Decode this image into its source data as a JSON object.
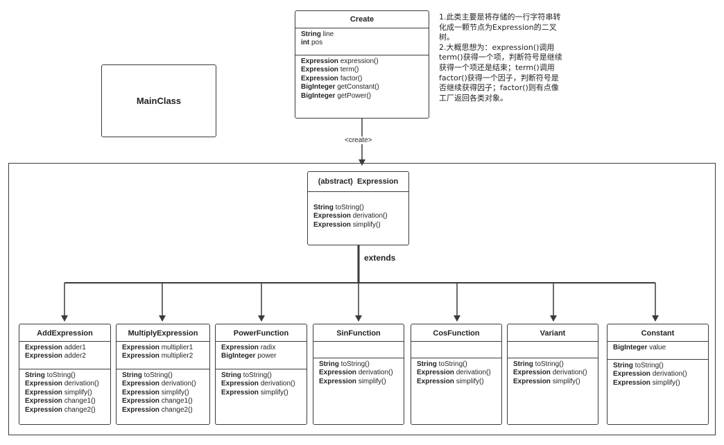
{
  "main_class": {
    "name": "MainClass"
  },
  "create_class": {
    "name": "Create",
    "fields": [
      {
        "type": "String",
        "name": "line"
      },
      {
        "type": "int",
        "name": "pos"
      }
    ],
    "methods": [
      {
        "type": "Expression",
        "name": "expression()"
      },
      {
        "type": "Expression",
        "name": "term()"
      },
      {
        "type": "Expression",
        "name": "factor()"
      },
      {
        "type": "BigInteger",
        "name": "getConstant()"
      },
      {
        "type": "BigInteger",
        "name": "getPower()"
      }
    ]
  },
  "note": {
    "lines": [
      "1.此类主要是将存储的一行字符串转",
      "化成一颗节点为Expression的二叉",
      "树。",
      "2.大概思想为：expression()调用",
      "term()获得一个项，判断符号是继续",
      "获得一个项还是结束；term()调用",
      "factor()获得一个因子，判断符号是",
      "否继续获得因子；factor()则有点像",
      "工厂返回各类对象。"
    ]
  },
  "relation_create": {
    "label": "<create>"
  },
  "relation_extends": {
    "label": "extends"
  },
  "expression_class": {
    "abstract_label": "(abstract)",
    "name": "Expression",
    "methods": [
      {
        "type": "String",
        "name": "toString()"
      },
      {
        "type": "Expression",
        "name": "derivation()"
      },
      {
        "type": "Expression",
        "name": "simplify()"
      }
    ]
  },
  "subclasses": [
    {
      "name": "AddExpression",
      "fields": [
        {
          "type": "Expression",
          "name": "adder1"
        },
        {
          "type": "Expression",
          "name": "adder2"
        }
      ],
      "methods": [
        {
          "type": "String",
          "name": "toString()"
        },
        {
          "type": "Expression",
          "name": "derivation()"
        },
        {
          "type": "Expression",
          "name": "simplify()"
        },
        {
          "type": "Expression",
          "name": "change1()"
        },
        {
          "type": "Expression",
          "name": "change2()"
        }
      ]
    },
    {
      "name": "MultiplyExpression",
      "fields": [
        {
          "type": "Expression",
          "name": "multiplier1"
        },
        {
          "type": "Expression",
          "name": "multiplier2"
        }
      ],
      "methods": [
        {
          "type": "String",
          "name": "toString()"
        },
        {
          "type": "Expression",
          "name": "derivation()"
        },
        {
          "type": "Expression",
          "name": "simplify()"
        },
        {
          "type": "Expression",
          "name": "change1()"
        },
        {
          "type": "Expression",
          "name": "change2()"
        }
      ]
    },
    {
      "name": "PowerFunction",
      "fields": [
        {
          "type": "Expression",
          "name": "radix"
        },
        {
          "type": "BigInteger",
          "name": "power"
        }
      ],
      "methods": [
        {
          "type": "String",
          "name": "toString()"
        },
        {
          "type": "Expression",
          "name": "derivation()"
        },
        {
          "type": "Expression",
          "name": "simplify()"
        }
      ]
    },
    {
      "name": "SinFunction",
      "fields": [],
      "methods": [
        {
          "type": "String",
          "name": "toString()"
        },
        {
          "type": "Expression",
          "name": "derivation()"
        },
        {
          "type": "Expression",
          "name": "simplify()"
        }
      ]
    },
    {
      "name": "CosFunction",
      "fields": [],
      "methods": [
        {
          "type": "String",
          "name": "toString()"
        },
        {
          "type": "Expression",
          "name": "derivation()"
        },
        {
          "type": "Expression",
          "name": "simplify()"
        }
      ]
    },
    {
      "name": "Variant",
      "fields": [],
      "methods": [
        {
          "type": "String",
          "name": "toString()"
        },
        {
          "type": "Expression",
          "name": "derivation()"
        },
        {
          "type": "Expression",
          "name": "simplify()"
        }
      ]
    },
    {
      "name": "Constant",
      "fields": [
        {
          "type": "BigInteger",
          "name": "value"
        }
      ],
      "methods": [
        {
          "type": "String",
          "name": "toString()"
        },
        {
          "type": "Expression",
          "name": "derivation()"
        },
        {
          "type": "Expression",
          "name": "simplify()"
        }
      ]
    }
  ]
}
